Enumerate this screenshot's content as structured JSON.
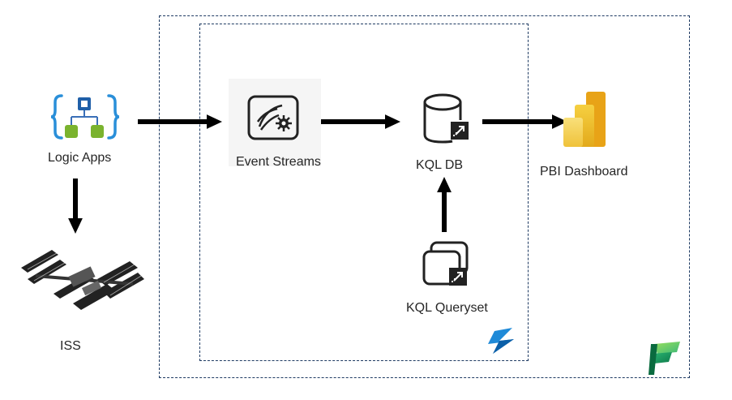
{
  "nodes": {
    "logic_apps": {
      "label": "Logic Apps",
      "icon": "logic-apps-icon"
    },
    "iss": {
      "label": "ISS",
      "icon": "iss-icon"
    },
    "event_streams": {
      "label": "Event Streams",
      "icon": "event-streams-icon"
    },
    "kql_db": {
      "label": "KQL DB",
      "icon": "kql-db-icon"
    },
    "kql_queryset": {
      "label": "KQL Queryset",
      "icon": "kql-queryset-icon"
    },
    "pbi_dashboard": {
      "label": "PBI Dashboard",
      "icon": "power-bi-icon"
    }
  },
  "containers": {
    "outer": {
      "logo": "fabric-logo"
    },
    "inner": {
      "logo": "real-time-intelligence-logo"
    }
  },
  "colors": {
    "border": "#1f3b63",
    "arrow": "#000000",
    "logic_apps_blue": "#2a8fd9",
    "logic_apps_green": "#7ab32e",
    "pbi_yellow": "#f2c811"
  }
}
